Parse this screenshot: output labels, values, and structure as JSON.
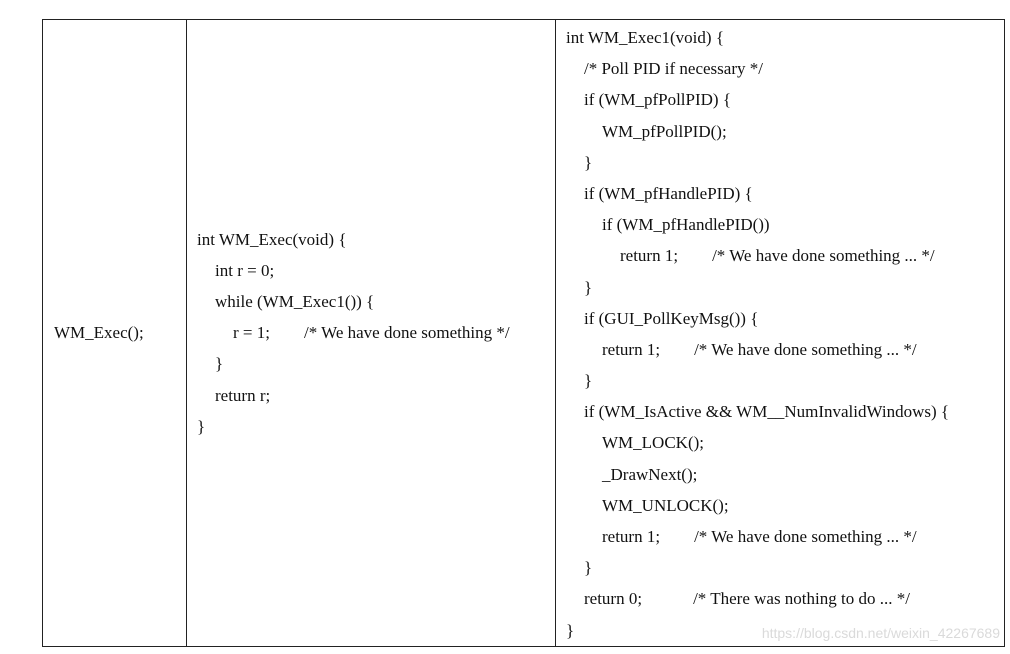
{
  "function_call": "WM_Exec();",
  "wm_exec_code": [
    {
      "indent": 0,
      "text": "int WM_Exec(void) {"
    },
    {
      "indent": 1,
      "text": "int r = 0;"
    },
    {
      "indent": 1,
      "text": "while (WM_Exec1()) {"
    },
    {
      "indent": 2,
      "text": "r = 1;        /* We have done something */"
    },
    {
      "indent": 1,
      "text": "}"
    },
    {
      "indent": 1,
      "text": "return r;"
    },
    {
      "indent": 0,
      "text": "}"
    }
  ],
  "wm_exec1_code": [
    {
      "indent": 0,
      "text": "int WM_Exec1(void) {"
    },
    {
      "indent": 1,
      "text": "/* Poll PID if necessary */"
    },
    {
      "indent": 1,
      "text": "if (WM_pfPollPID) {"
    },
    {
      "indent": 2,
      "text": "WM_pfPollPID();"
    },
    {
      "indent": 1,
      "text": "}"
    },
    {
      "indent": 1,
      "text": "if (WM_pfHandlePID) {"
    },
    {
      "indent": 2,
      "text": "if (WM_pfHandlePID())"
    },
    {
      "indent": 3,
      "text": "return 1;        /* We have done something ... */"
    },
    {
      "indent": 1,
      "text": "}"
    },
    {
      "indent": 1,
      "text": "if (GUI_PollKeyMsg()) {"
    },
    {
      "indent": 2,
      "text": "return 1;        /* We have done something ... */"
    },
    {
      "indent": 1,
      "text": "}"
    },
    {
      "indent": 1,
      "text": "if (WM_IsActive && WM__NumInvalidWindows) {"
    },
    {
      "indent": 2,
      "text": "WM_LOCK();"
    },
    {
      "indent": 2,
      "text": "_DrawNext();"
    },
    {
      "indent": 2,
      "text": "WM_UNLOCK();"
    },
    {
      "indent": 2,
      "text": "return 1;        /* We have done something ... */"
    },
    {
      "indent": 1,
      "text": "}"
    },
    {
      "indent": 1,
      "text": "return 0;            /* There was nothing to do ... */"
    },
    {
      "indent": 0,
      "text": "}"
    }
  ],
  "watermark": "https://blog.csdn.net/weixin_42267689"
}
